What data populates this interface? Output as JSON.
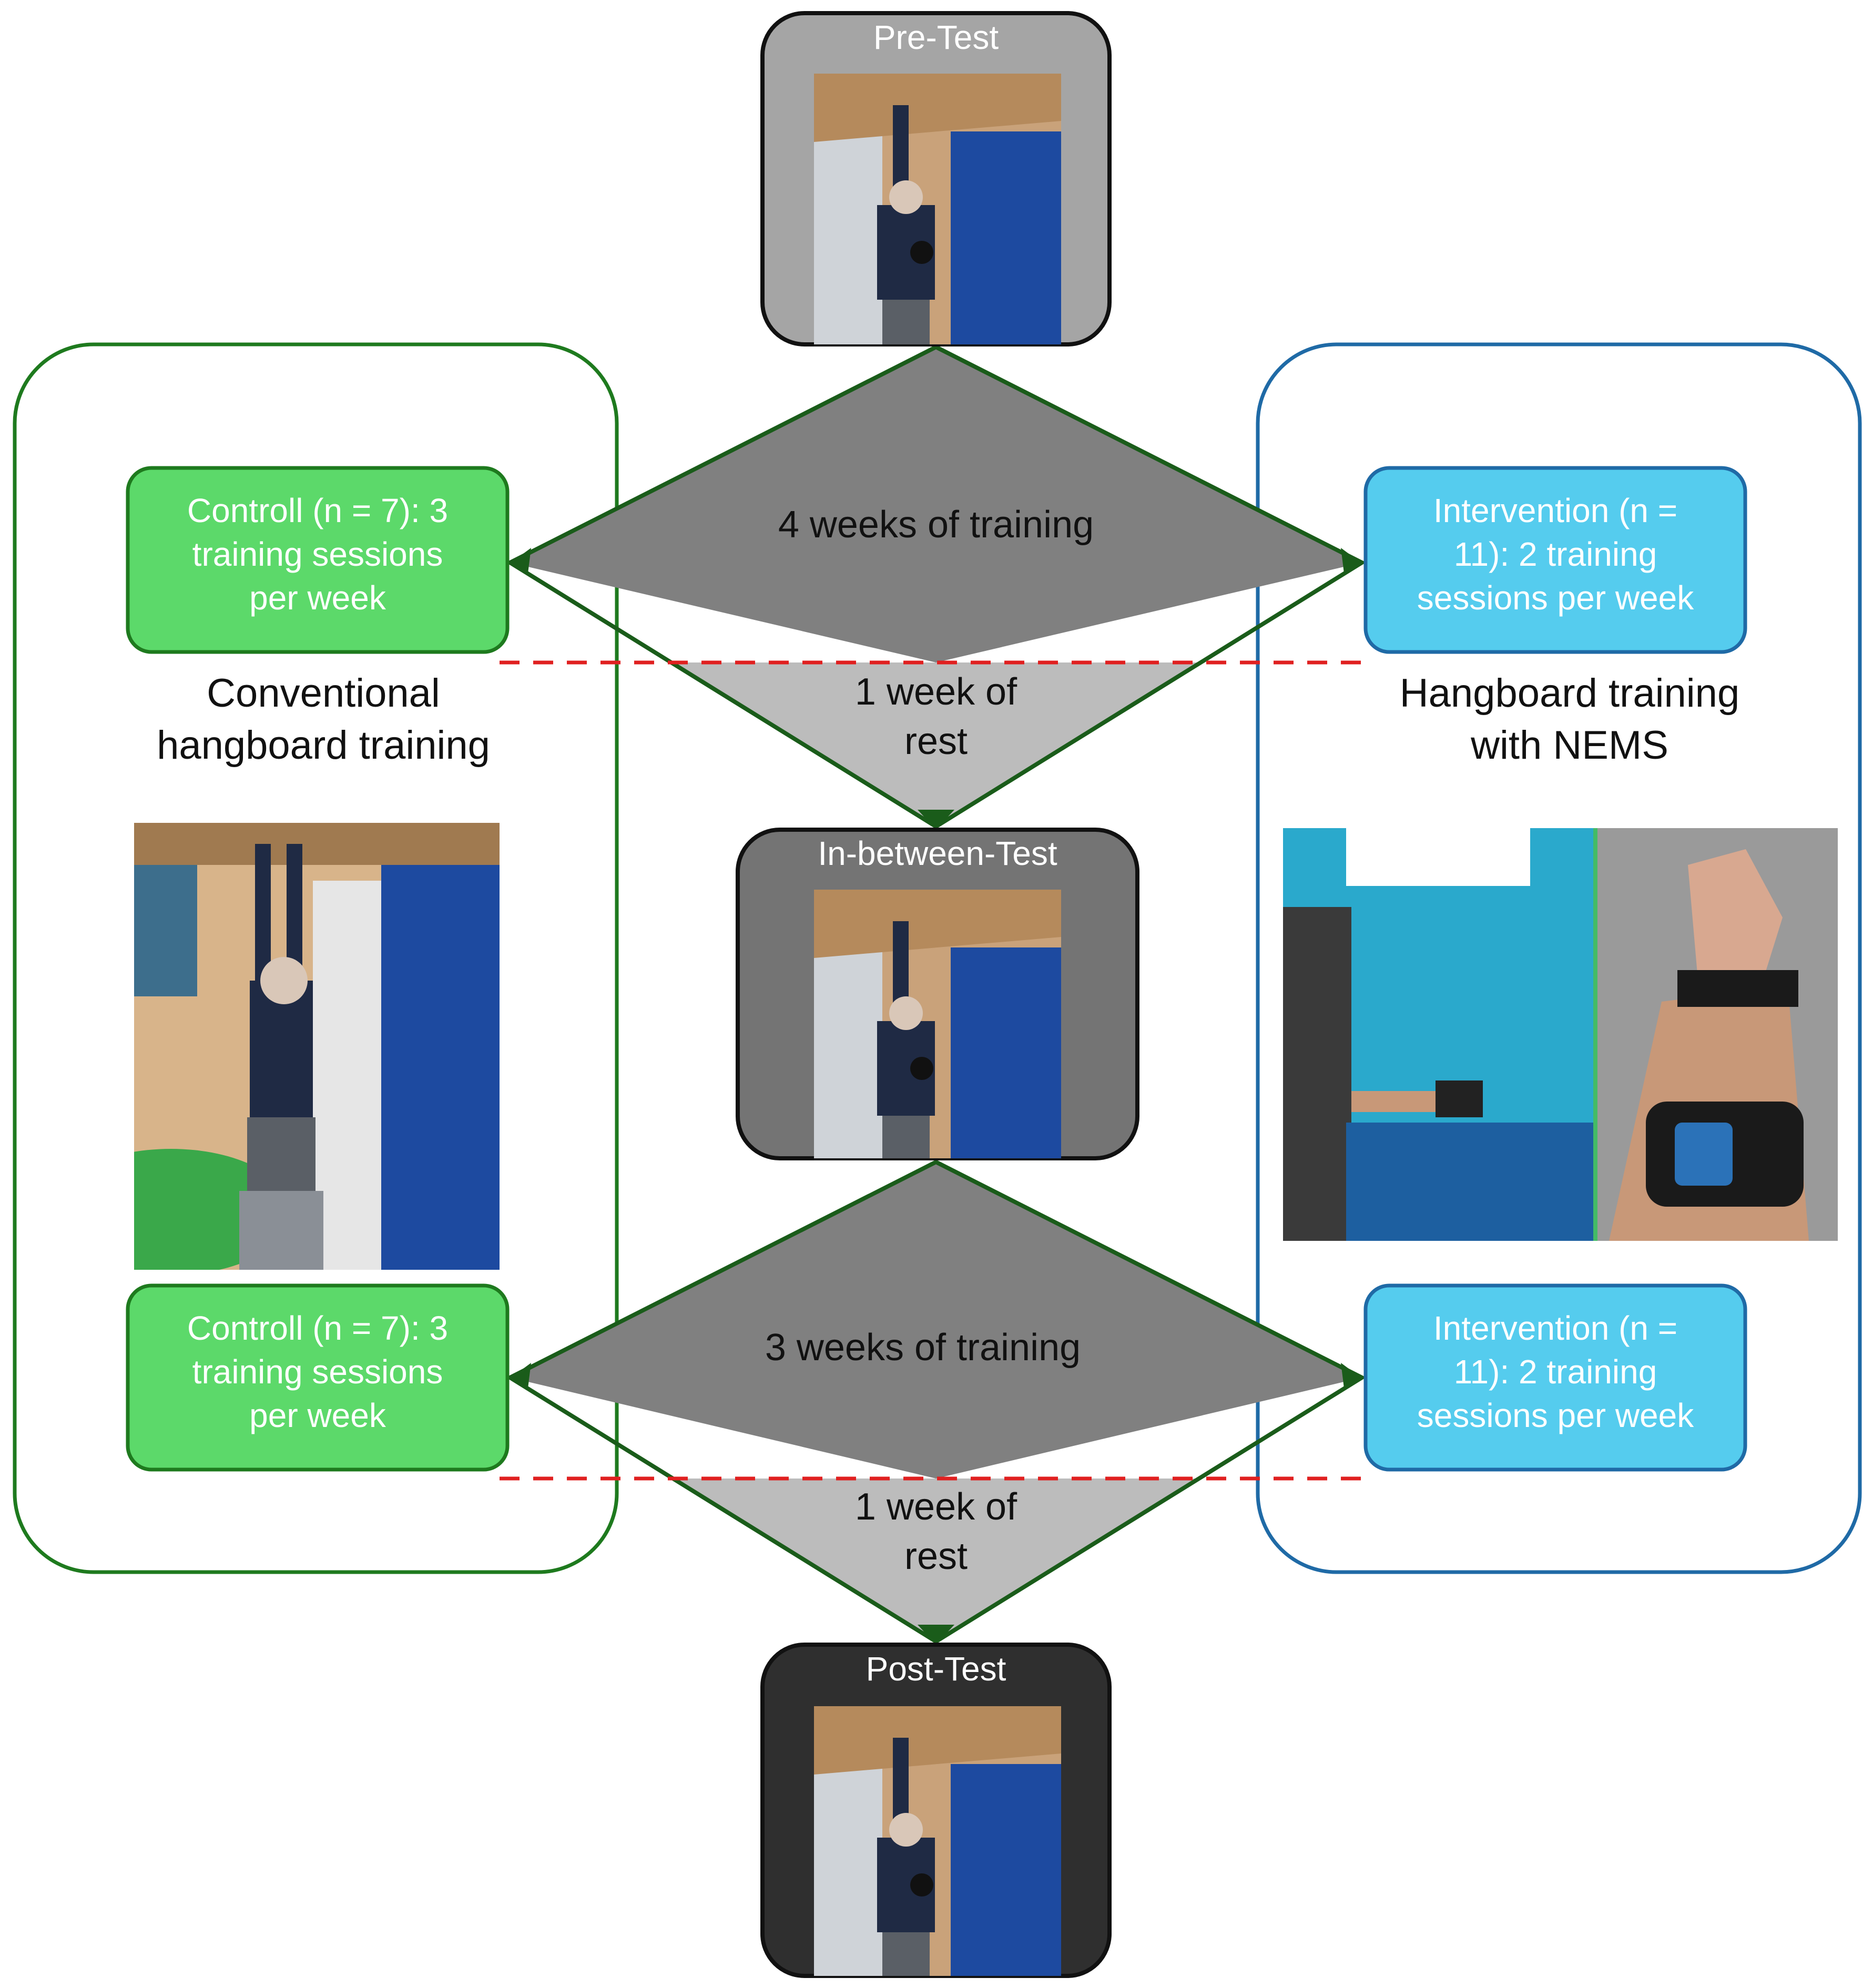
{
  "colors": {
    "control_green": "#5cd96a",
    "intervention_blue": "#55ccee",
    "group_green_border": "#1e7a1e",
    "group_blue_border": "#1f6aa6",
    "arrow_green": "#1a5c1a",
    "dashed_red": "#e02020",
    "pretest_fill": "#a5a5a5",
    "inbetween_fill": "#747474",
    "posttest_fill": "#2f2f2f",
    "training_diamond": "#808080",
    "rest_diamond": "#bcbcbc"
  },
  "tests": {
    "pre": {
      "title": "Pre-Test",
      "icon": "climber-photo"
    },
    "between": {
      "title": "In-between-Test",
      "icon": "climber-photo"
    },
    "post": {
      "title": "Post-Test",
      "icon": "climber-photo"
    }
  },
  "phases": {
    "training1": "4 weeks of training",
    "rest1_line1": "1 week of",
    "rest1_line2": "rest",
    "training2": "3 weeks of training",
    "rest2_line1": "1 week of",
    "rest2_line2": "rest"
  },
  "control": {
    "box1": [
      "Controll (n = 7): 3",
      "training sessions",
      "per week"
    ],
    "box2": [
      "Controll (n = 7): 3",
      "training sessions",
      "per week"
    ],
    "title_line1": "Conventional",
    "title_line2": "hangboard training",
    "photo_icon": "hangboard-climber-photo"
  },
  "intervention": {
    "box1": [
      "Intervention (n =",
      "11): 2 training",
      "sessions per week"
    ],
    "box2": [
      "Intervention (n =",
      "11): 2 training",
      "sessions per week"
    ],
    "title_line1": "Hangboard training",
    "title_line2": "with NEMS",
    "photo_icon": "nems-forearm-photo"
  }
}
